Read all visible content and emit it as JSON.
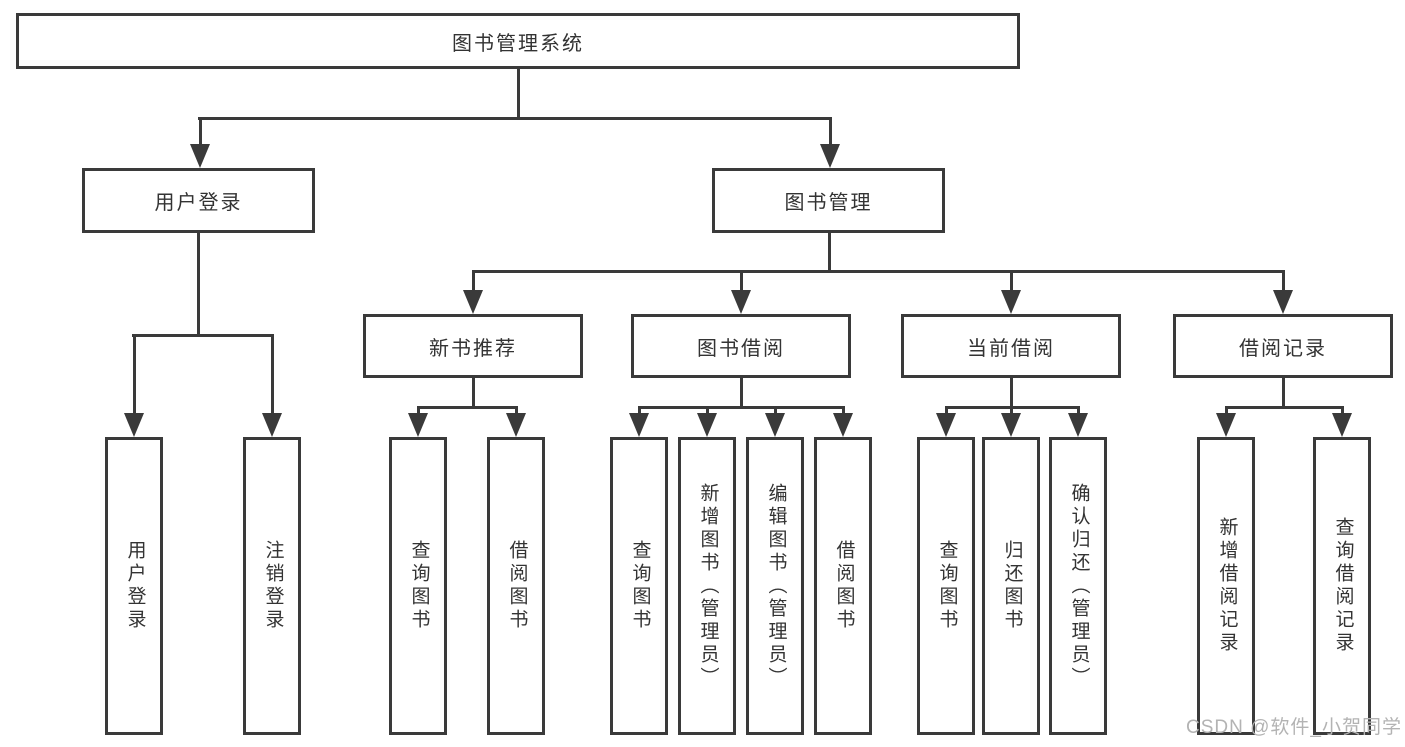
{
  "diagram": {
    "type": "hierarchy-tree",
    "colors": {
      "line": "#3a3a3a",
      "text": "#333333",
      "background": "#ffffff",
      "watermark": "#b3b3b3"
    }
  },
  "tree": {
    "root": {
      "label": "图书管理系统"
    },
    "branches": [
      {
        "label": "用户登录",
        "children": [
          {
            "label": "用户登录"
          },
          {
            "label": "注销登录"
          }
        ]
      },
      {
        "label": "图书管理",
        "children": [
          {
            "label": "新书推荐",
            "children": [
              {
                "label": "查询图书"
              },
              {
                "label": "借阅图书"
              }
            ]
          },
          {
            "label": "图书借阅",
            "children": [
              {
                "label": "查询图书"
              },
              {
                "label": "新增图书（管理员）"
              },
              {
                "label": "编辑图书（管理员）"
              },
              {
                "label": "借阅图书"
              }
            ]
          },
          {
            "label": "当前借阅",
            "children": [
              {
                "label": "查询图书"
              },
              {
                "label": "归还图书"
              },
              {
                "label": "确认归还（管理员）"
              }
            ]
          },
          {
            "label": "借阅记录",
            "children": [
              {
                "label": "新增借阅记录"
              },
              {
                "label": "查询借阅记录"
              }
            ]
          }
        ]
      }
    ]
  },
  "watermark": {
    "text": "CSDN @软件_小贺同学"
  }
}
